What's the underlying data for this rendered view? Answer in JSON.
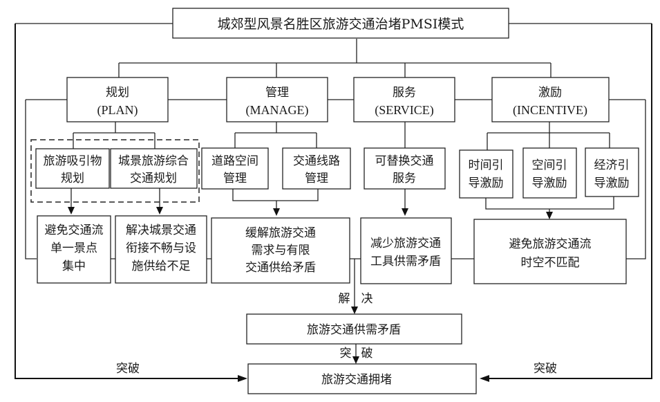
{
  "title": "城郊型风景名胜区旅游交通治堵PMSI模式",
  "categories": [
    {
      "cn": "规划",
      "en": "(PLAN)"
    },
    {
      "cn": "管理",
      "en": "(MANAGE)"
    },
    {
      "cn": "服务",
      "en": "(SERVICE)"
    },
    {
      "cn": "激励",
      "en": "(INCENTIVE)"
    }
  ],
  "measures": {
    "plan": [
      {
        "lines": [
          "旅游吸引物",
          "规划"
        ]
      },
      {
        "lines": [
          "城景旅游综合",
          "交通规划"
        ]
      }
    ],
    "manage": [
      {
        "lines": [
          "道路空间",
          "管理"
        ]
      },
      {
        "lines": [
          "交通线路",
          "管理"
        ]
      }
    ],
    "service": [
      {
        "lines": [
          "可替换交通",
          "服务"
        ]
      }
    ],
    "incentive": [
      {
        "lines": [
          "时间引",
          "导激励"
        ]
      },
      {
        "lines": [
          "空间引",
          "导激励"
        ]
      },
      {
        "lines": [
          "经济引",
          "导激励"
        ]
      }
    ]
  },
  "effects": [
    {
      "lines": [
        "避免交通流",
        "单一景点",
        "集中"
      ]
    },
    {
      "lines": [
        "解决城景交通",
        "衔接不畅与设",
        "施供给不足"
      ]
    },
    {
      "lines": [
        "缓解旅游交通",
        "需求与有限",
        "交通供给矛盾"
      ]
    },
    {
      "lines": [
        "减少旅游交通",
        "工具供需矛盾"
      ]
    },
    {
      "lines": [
        "避免旅游交通流",
        "时空不匹配"
      ]
    }
  ],
  "solve_label": {
    "left": "解",
    "right": "决"
  },
  "contradiction": "旅游交通供需矛盾",
  "break_label": {
    "left": "突",
    "right": "破"
  },
  "congestion": "旅游交通拥堵",
  "side_labels": {
    "left": "突破",
    "right": "突破"
  }
}
